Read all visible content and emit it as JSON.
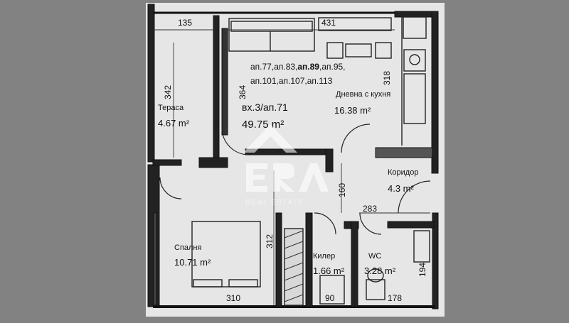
{
  "floor_plan": {
    "dimensions": {
      "d135": "135",
      "d431": "431",
      "d342": "342",
      "d364": "364",
      "d318": "318",
      "d160": "160",
      "d283": "283",
      "d312": "312",
      "d90": "90",
      "d178": "178",
      "d310": "310",
      "d194": "194"
    },
    "apartment_refs": {
      "line1_left": "ап.77,ап.83,",
      "line1_bold": "ап.89",
      "line1_right": ",ап.95,",
      "line2": "ап.101,ап.107,ап.113",
      "entrance": "вх.3/ап.71",
      "total_area": "49.75 m²"
    },
    "rooms": [
      {
        "name": "Тераса",
        "area": "4.67 m²"
      },
      {
        "name": "Дневна с кухня",
        "area": "16.38 m²"
      },
      {
        "name": "Коридор",
        "area": "4.3 m²"
      },
      {
        "name": "Спалня",
        "area": "10.71 m²"
      },
      {
        "name": "Килер",
        "area": "1.66 m²"
      },
      {
        "name": "WC",
        "area": "3.28 m²"
      }
    ]
  },
  "watermark": {
    "logo": "ERA",
    "subtitle": "REAL ESTATE"
  }
}
